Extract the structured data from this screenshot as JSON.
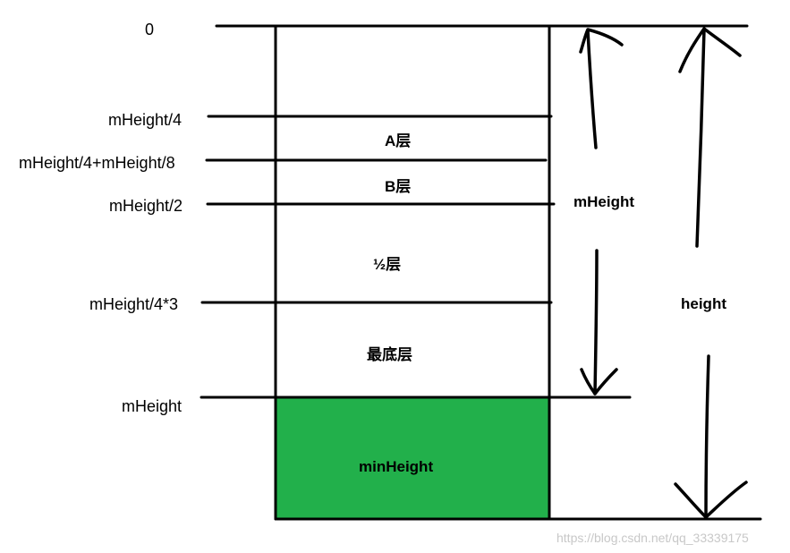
{
  "colors": {
    "stroke": "#000000",
    "fill_min": "#22b04b",
    "watermark": "#c8c8c8"
  },
  "labels": {
    "zero": "0",
    "quarter": "mHeight/4",
    "quarter_plus_eighth": "mHeight/4+mHeight/8",
    "half": "mHeight/2",
    "three_quarter": "mHeight/4*3",
    "mheight": "mHeight"
  },
  "layers": {
    "a": "A层",
    "b": "B层",
    "half": "½层",
    "bottom": "最底层",
    "min": "minHeight"
  },
  "dimensions": {
    "mheight": "mHeight",
    "height": "height"
  },
  "watermark": "https://blog.csdn.net/qq_33339175"
}
